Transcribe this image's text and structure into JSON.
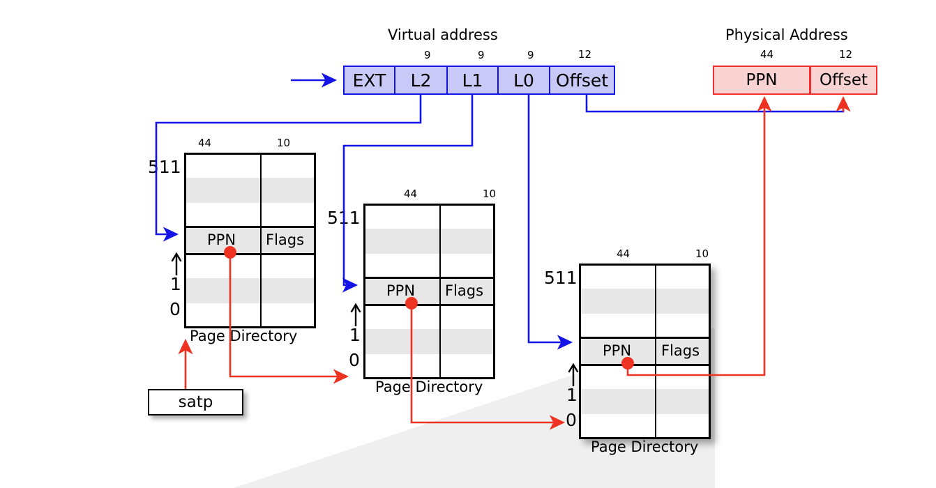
{
  "diagram": {
    "title_virtual": "Virtual address",
    "title_physical": "Physical Address",
    "virtual_address": {
      "fields": [
        {
          "name": "EXT",
          "bits": ""
        },
        {
          "name": "L2",
          "bits": "9"
        },
        {
          "name": "L1",
          "bits": "9"
        },
        {
          "name": "L0",
          "bits": "9"
        },
        {
          "name": "Offset",
          "bits": "12"
        }
      ],
      "fill_color": "#c9c9f7",
      "border_color": "#1414e6"
    },
    "physical_address": {
      "fields": [
        {
          "name": "PPN",
          "bits": "44"
        },
        {
          "name": "Offset",
          "bits": "12"
        }
      ],
      "fill_color": "#f9d2d2",
      "border_color": "#f03030"
    },
    "satp": {
      "label": "satp"
    },
    "page_directories": [
      {
        "caption": "Page Directory",
        "col_bits": [
          "44",
          "10"
        ],
        "entry_labels": [
          "PPN",
          "Flags"
        ],
        "index_top": "511",
        "index_one": "1",
        "index_zero": "0"
      },
      {
        "caption": "Page Directory",
        "col_bits": [
          "44",
          "10"
        ],
        "entry_labels": [
          "PPN",
          "Flags"
        ],
        "index_top": "511",
        "index_one": "1",
        "index_zero": "0"
      },
      {
        "caption": "Page Directory",
        "col_bits": [
          "44",
          "10"
        ],
        "entry_labels": [
          "PPN",
          "Flags"
        ],
        "index_top": "511",
        "index_one": "1",
        "index_zero": "0"
      }
    ],
    "colors": {
      "blue_arrow": "#1414e6",
      "red_arrow": "#ee3322",
      "row_band": "#e7e7e7",
      "shadow_wedge": "#efefef"
    }
  }
}
